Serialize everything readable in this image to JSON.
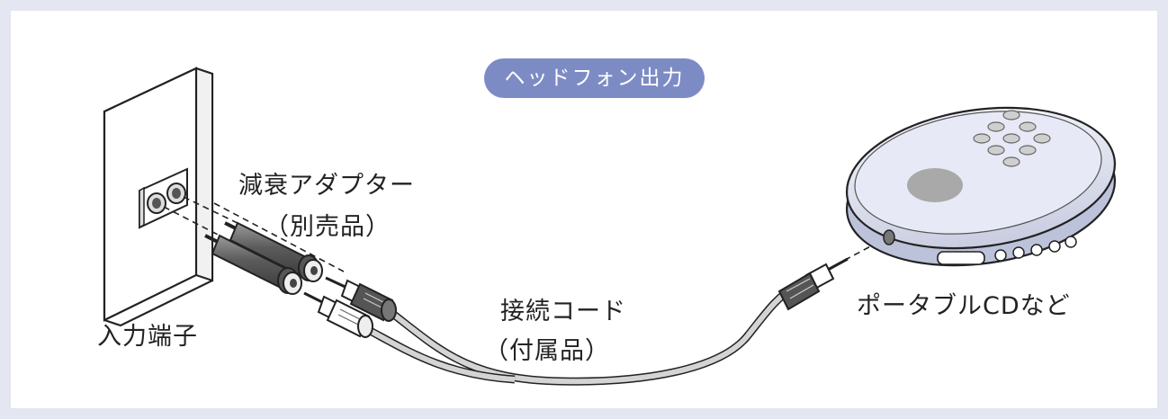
{
  "badge": "ヘッドフォン出力",
  "labels": {
    "input_terminal": "入力端子",
    "attenuator_line1": "減衰アダプター",
    "attenuator_line2": "（別売品）",
    "cord_line1": "接続コード",
    "cord_line2": "（付属品）",
    "player": "ポータブルCDなど"
  },
  "colors": {
    "frame": "#e4e6f2",
    "badge": "#7d8bc5",
    "plug_dark": "#6a6a6a",
    "disc_face": "#e6e9f6",
    "cable": "#cfcfcf"
  }
}
